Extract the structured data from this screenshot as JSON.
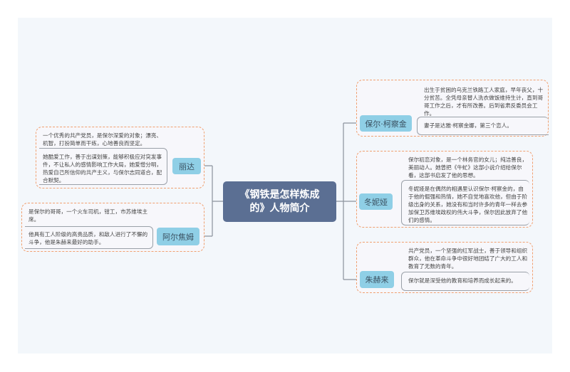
{
  "center": {
    "title": "《钢铁是怎样炼成的》人物简介"
  },
  "colors": {
    "center": "#5b6f93",
    "node": "#8fcfe6",
    "dashed_border": "#f0a070"
  },
  "right": [
    {
      "name": "保尔·柯察金",
      "notes": [
        "出生于贫困的乌克兰铁路工人家庭，早年丧父，十分贫苦。全凭母亲替人洗衣做饭维持生计，直到哥哥工作之后，才有所改善。后到省肃反委员会工作。",
        "妻子是达雅·柯察金娜，第三个恋人。"
      ]
    },
    {
      "name": "冬妮娅",
      "notes": [
        "保尔初恋对象，是一个林务官的女儿；纯洁善良，美丽动人。她曾把《牛虻》这部小说介绍给保尔看，这部书启发了他的思想。",
        "冬妮娅是在偶然的相遇里认识保尔·柯察金的，由于他的倔强和热情，她不自觉地喜欢他，但由于阶级出身的关系，她没有和当时许多的青年一样去参加保卫苏维埃政权的伟大斗争，保尔因此放弃了他们的感情。"
      ]
    },
    {
      "name": "朱赫来",
      "notes": [
        "共产党员，一个坚强的红军战士，善于领导和组织群众，他在革命斗争中很好地团结了广大的工人和教育了无数的青年。",
        "保尔就是深受他的教育和培养而成长起来的。"
      ]
    }
  ],
  "left": [
    {
      "name": "丽达",
      "notes": [
        "一个优秀的共产党员，是保尔深爱的对象；漂亮、机智，打扮简单而干练，心地善良而坚定。",
        "她酷爱工作，善于出谋划策，能够积极应对突发事件，不让私人的感情影响工作大局，她爱憎分明，热爱自己所信仰的共产主义，与保尔志同道合，配合默契。"
      ]
    },
    {
      "name": "阿尔焦姆",
      "notes": [
        "是保尔的哥哥，一个火车司机，钳工，市苏维埃主席。",
        "他具有工人阶级的高贵品质，和敌人进行了不懈的斗争，他是朱赫来最好的助手。"
      ]
    }
  ]
}
